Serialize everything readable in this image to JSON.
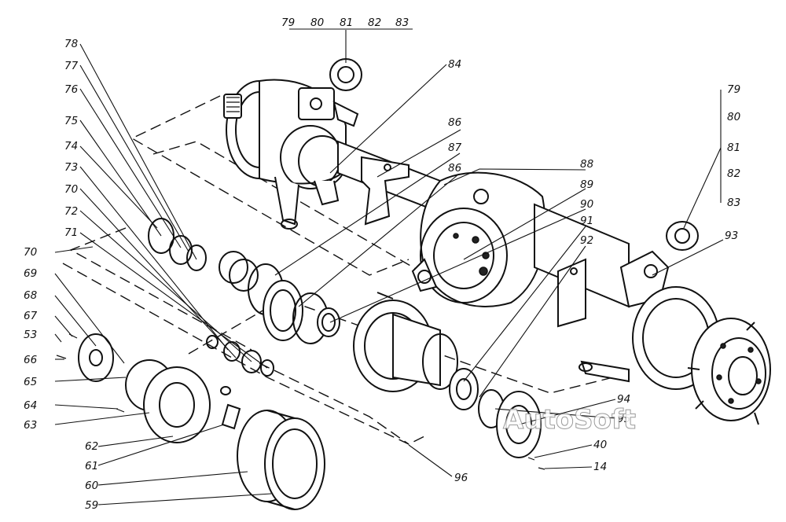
{
  "watermark": "AutoSoft",
  "group_top": {
    "labels": [
      "79",
      "80",
      "81",
      "82",
      "83"
    ]
  },
  "group_right": {
    "labels": [
      "79",
      "80",
      "81",
      "82",
      "83"
    ]
  },
  "callouts": {
    "c84": "84",
    "c86a": "86",
    "c87": "87",
    "c86b": "86",
    "c88": "88",
    "c89": "89",
    "c90": "90",
    "c91": "91",
    "c92": "92",
    "c93": "93",
    "c94": "94",
    "c95": "95",
    "c40": "40",
    "c14": "14",
    "c96": "96",
    "c78": "78",
    "c77": "77",
    "c76": "76",
    "c75": "75",
    "c74": "74",
    "c73": "73",
    "c70a": "70",
    "c72": "72",
    "c71": "71",
    "c70b": "70",
    "c69": "69",
    "c68": "68",
    "c67": "67",
    "c53": "53",
    "c66": "66",
    "c65": "65",
    "c64": "64",
    "c63": "63",
    "c62": "62",
    "c61": "61",
    "c60": "60",
    "c59": "59"
  }
}
